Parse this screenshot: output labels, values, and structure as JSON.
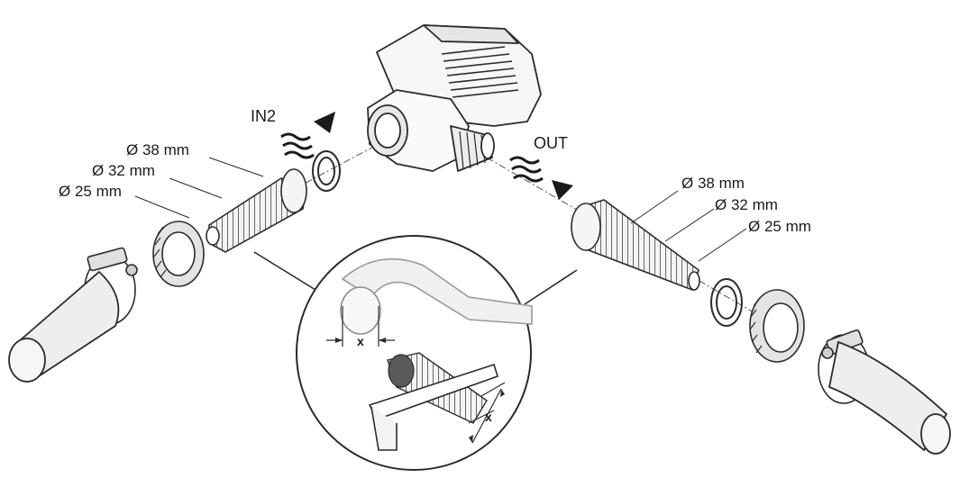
{
  "labels": {
    "inlet": "IN2",
    "outlet": "OUT",
    "inlet_diameters": [
      "Ø 38 mm",
      "Ø 32 mm",
      "Ø 25 mm"
    ],
    "outlet_diameters": [
      "Ø 38 mm",
      "Ø 32 mm",
      "Ø 25 mm"
    ],
    "dim_marker": "x"
  },
  "colors": {
    "line": "#2b2b2b",
    "fill_light": "#f2f2f2",
    "fill_mid": "#cfcfcf",
    "fill_dark": "#6e6e6e"
  }
}
